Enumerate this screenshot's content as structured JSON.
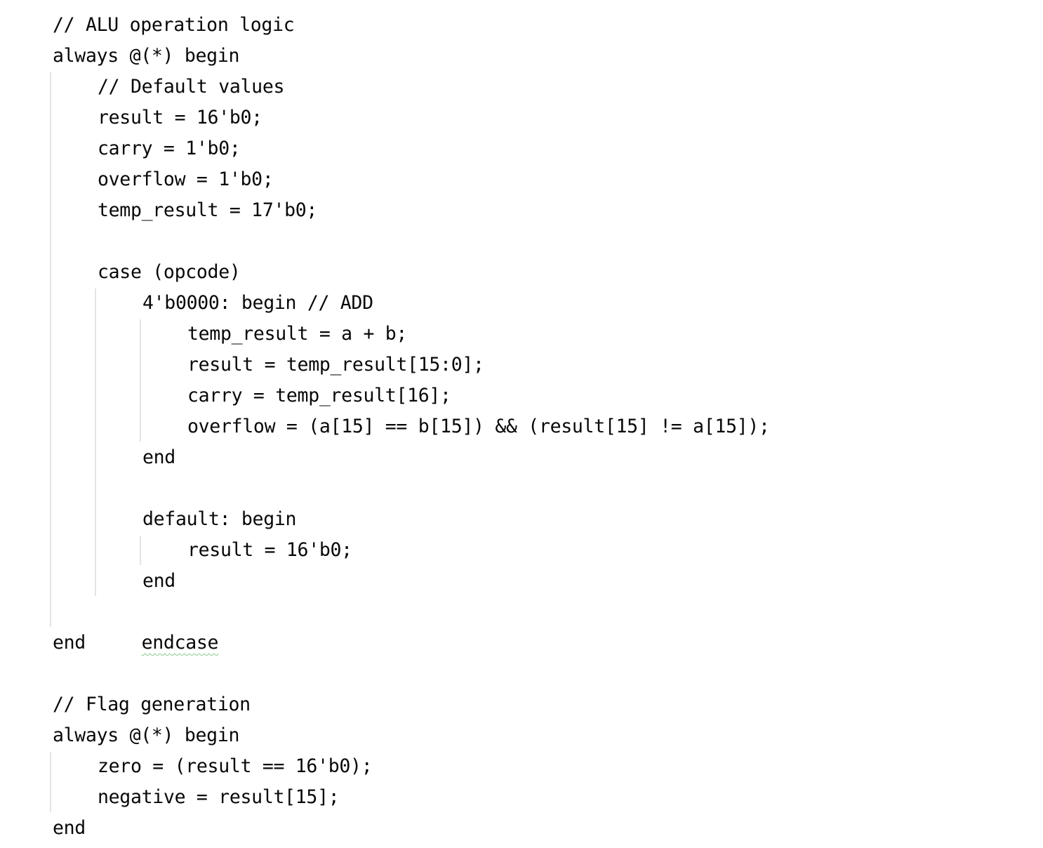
{
  "editor": {
    "language": "verilog",
    "lines": [
      {
        "indent": 0,
        "text": "// ALU operation logic"
      },
      {
        "indent": 0,
        "text": "always @(*) begin"
      },
      {
        "indent": 1,
        "text": "// Default values"
      },
      {
        "indent": 1,
        "text": "result = 16'b0;"
      },
      {
        "indent": 1,
        "text": "carry = 1'b0;"
      },
      {
        "indent": 1,
        "text": "overflow = 1'b0;"
      },
      {
        "indent": 1,
        "text": "temp_result = 17'b0;"
      },
      {
        "indent": 0,
        "text": ""
      },
      {
        "indent": 1,
        "text": "case (opcode)"
      },
      {
        "indent": 2,
        "text": "4'b0000: begin // ADD"
      },
      {
        "indent": 3,
        "text": "temp_result = a + b;"
      },
      {
        "indent": 3,
        "text": "result = temp_result[15:0];"
      },
      {
        "indent": 3,
        "text": "carry = temp_result[16];"
      },
      {
        "indent": 3,
        "text": "overflow = (a[15] == b[15]) && (result[15] != a[15]);"
      },
      {
        "indent": 2,
        "text": "end"
      },
      {
        "indent": 0,
        "text": ""
      },
      {
        "indent": 2,
        "text": "default: begin"
      },
      {
        "indent": 3,
        "text": "result = 16'b0;"
      },
      {
        "indent": 2,
        "text": "end"
      },
      {
        "indent": 1,
        "text": "endcase",
        "warning": true
      },
      {
        "indent": 0,
        "text": "end"
      },
      {
        "indent": 0,
        "text": ""
      },
      {
        "indent": 0,
        "text": "// Flag generation"
      },
      {
        "indent": 0,
        "text": "always @(*) begin"
      },
      {
        "indent": 1,
        "text": "zero = (result == 16'b0);"
      },
      {
        "indent": 1,
        "text": "negative = result[15];"
      },
      {
        "indent": 0,
        "text": "end"
      }
    ],
    "warning_underline_color": "#8bc98b",
    "indent_guide_color": "#e4e4e4"
  }
}
